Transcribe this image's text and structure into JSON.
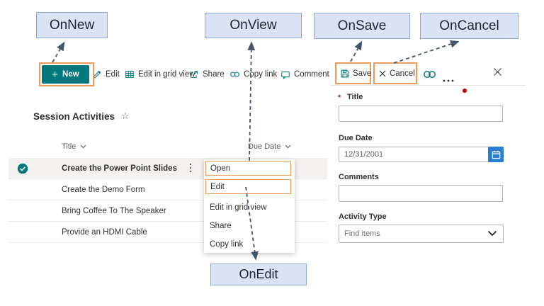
{
  "annotations": {
    "on_new": "OnNew",
    "on_view": "OnView",
    "on_save": "OnSave",
    "on_cancel": "OnCancel",
    "on_edit": "OnEdit"
  },
  "toolbar": {
    "new": "New",
    "edit": "Edit",
    "edit_in_grid_view": "Edit in grid view",
    "share": "Share",
    "copy_link": "Copy link",
    "comment": "Comment"
  },
  "panel": {
    "save": "Save",
    "cancel": "Cancel",
    "required_mark": "*",
    "title_label": "Title",
    "title_value": "",
    "due_date_label": "Due Date",
    "due_date_value": "12/31/2001",
    "comments_label": "Comments",
    "comments_value": "",
    "activity_type_label": "Activity Type",
    "activity_type_value": "Find items"
  },
  "list": {
    "heading": "Session Activities",
    "columns": {
      "title": "Title",
      "due_date": "Due Date"
    },
    "rows": [
      {
        "title": "Create the Power Point Slides",
        "selected": true
      },
      {
        "title": "Create the Demo Form",
        "selected": false
      },
      {
        "title": "Bring Coffee To The Speaker",
        "selected": false
      },
      {
        "title": "Provide an HDMI Cable",
        "selected": false
      }
    ]
  },
  "menu": {
    "open": "Open",
    "edit": "Edit",
    "edit_in_grid_view": "Edit in grid view",
    "share": "Share",
    "copy_link": "Copy link"
  },
  "icons": {
    "plus": "+",
    "star": "☆",
    "pencil": "pencil-svg",
    "grid": "grid-svg",
    "share": "share-arrow-svg",
    "link": "chain-svg",
    "comment": "speech-bubble-svg",
    "save": "floppy-svg",
    "cancel_x": "x-svg",
    "more": "ellipsis-h-dots",
    "close": "x-svg",
    "calendar": "calendar-svg",
    "chevron_down": "chevron-svg",
    "row_check": "check-circle-svg",
    "row_more": "ellipsis-v-dots"
  },
  "colors": {
    "accent_teal": "#03787c",
    "highlight_orange": "#ED9C58",
    "callout_fill": "#dae3f3",
    "callout_border": "#8eaadc",
    "arrow": "#44546a",
    "calendar_blue": "#2b7cd3",
    "required_red": "#a4262c",
    "record_dot_red": "#c00000",
    "selected_row_bg": "#f3f2f1"
  }
}
